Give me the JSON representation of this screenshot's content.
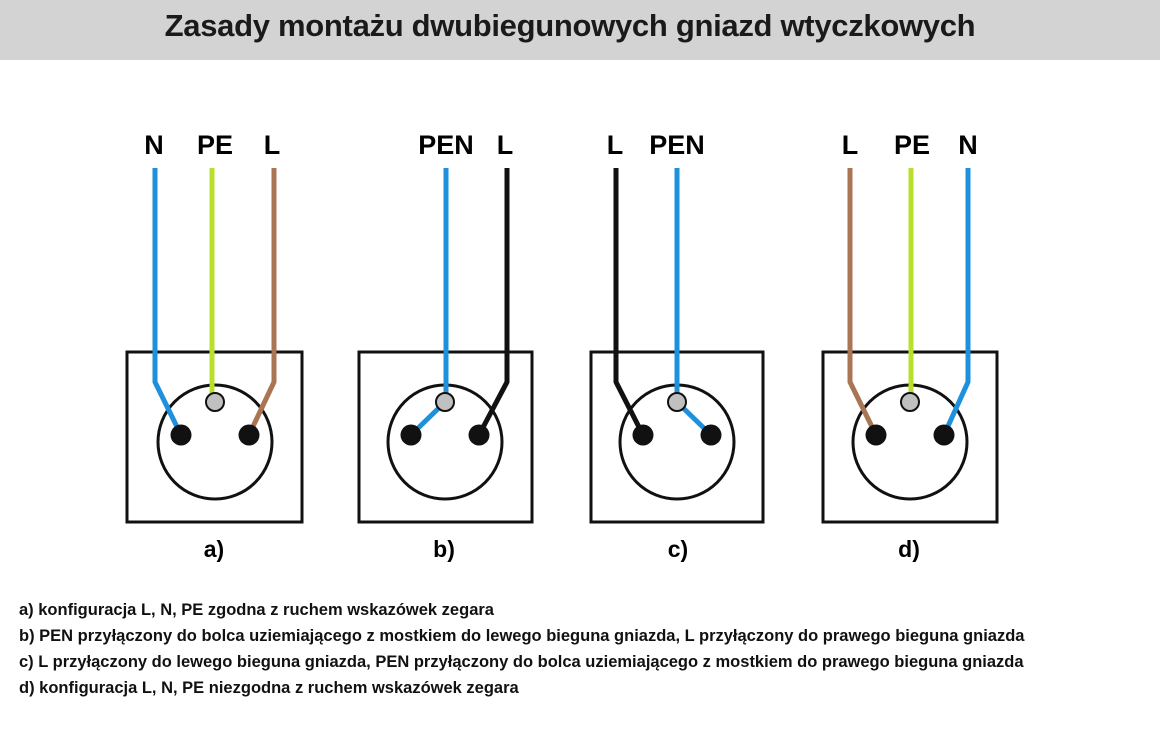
{
  "title": "Zasady montażu dwubiegunowych gniazd wtyczkowych",
  "colors": {
    "background": "#ffffff",
    "title_bar": "#d3d3d3",
    "blue": "#1e90dc",
    "yellow_green": "#b8e02a",
    "brown": "#a97554",
    "black": "#111111",
    "ground_pin": "#c0c0c0"
  },
  "diagrams": [
    {
      "id": "a",
      "caption": "a)",
      "wires": [
        {
          "label": "N",
          "color": "blue",
          "terminal": "left"
        },
        {
          "label": "PE",
          "color": "yellow_green",
          "terminal": "ground"
        },
        {
          "label": "L",
          "color": "brown",
          "terminal": "right"
        }
      ],
      "bridge": null
    },
    {
      "id": "b",
      "caption": "b)",
      "wires": [
        {
          "label": "PEN",
          "color": "blue",
          "terminal": "ground"
        },
        {
          "label": "L",
          "color": "black",
          "terminal": "right"
        }
      ],
      "bridge": {
        "from": "ground",
        "to": "left",
        "color": "blue"
      }
    },
    {
      "id": "c",
      "caption": "c)",
      "wires": [
        {
          "label": "L",
          "color": "black",
          "terminal": "left"
        },
        {
          "label": "PEN",
          "color": "blue",
          "terminal": "ground"
        }
      ],
      "bridge": {
        "from": "ground",
        "to": "right",
        "color": "blue"
      }
    },
    {
      "id": "d",
      "caption": "d)",
      "wires": [
        {
          "label": "L",
          "color": "brown",
          "terminal": "left"
        },
        {
          "label": "PE",
          "color": "yellow_green",
          "terminal": "ground"
        },
        {
          "label": "N",
          "color": "blue",
          "terminal": "right"
        }
      ],
      "bridge": null
    }
  ],
  "notes": [
    "a) konfiguracja L, N, PE zgodna z ruchem wskazówek zegara",
    "b) PEN przyłączony do bolca uziemiającego z mostkiem do lewego bieguna gniazda, L przyłączony do prawego bieguna gniazda",
    "c) L przyłączony do lewego bieguna gniazda, PEN przyłączony do bolca uziemiającego z mostkiem do prawego bieguna gniazda",
    "d) konfiguracja L, N, PE niezgodna z ruchem wskazówek zegara"
  ]
}
